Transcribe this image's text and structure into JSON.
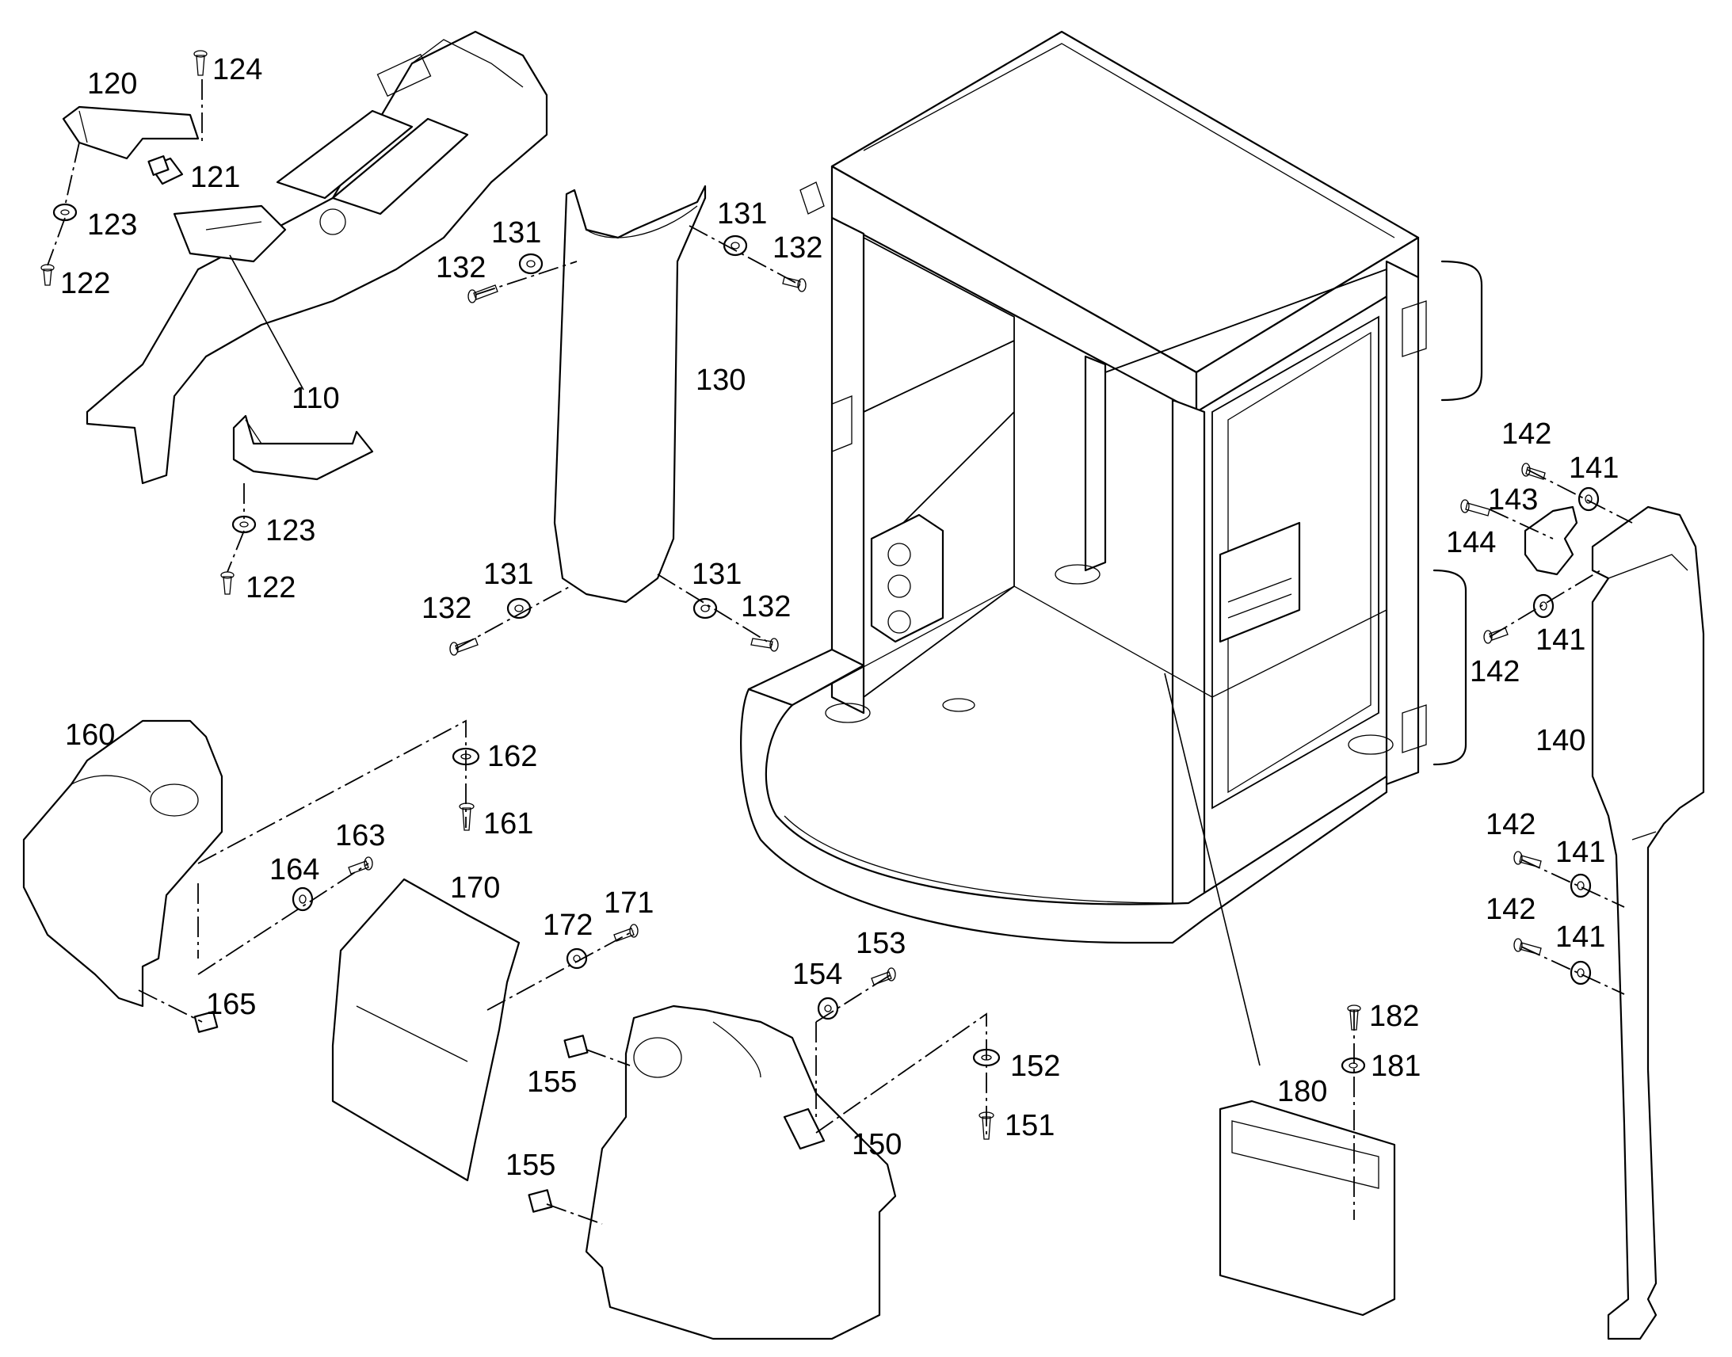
{
  "labels": {
    "p110": "110",
    "p120": "120",
    "p121": "121",
    "p122": "122",
    "p123": "123",
    "p124": "124",
    "p130": "130",
    "p131": "131",
    "p132": "132",
    "p140": "140",
    "p141": "141",
    "p142": "142",
    "p143": "143",
    "p144": "144",
    "p150": "150",
    "p151": "151",
    "p152": "152",
    "p153": "153",
    "p154": "154",
    "p155": "155",
    "p160": "160",
    "p161": "161",
    "p162": "162",
    "p163": "163",
    "p164": "164",
    "p165": "165",
    "p170": "170",
    "p171": "171",
    "p172": "172",
    "p180": "180",
    "p181": "181",
    "p182": "182"
  }
}
